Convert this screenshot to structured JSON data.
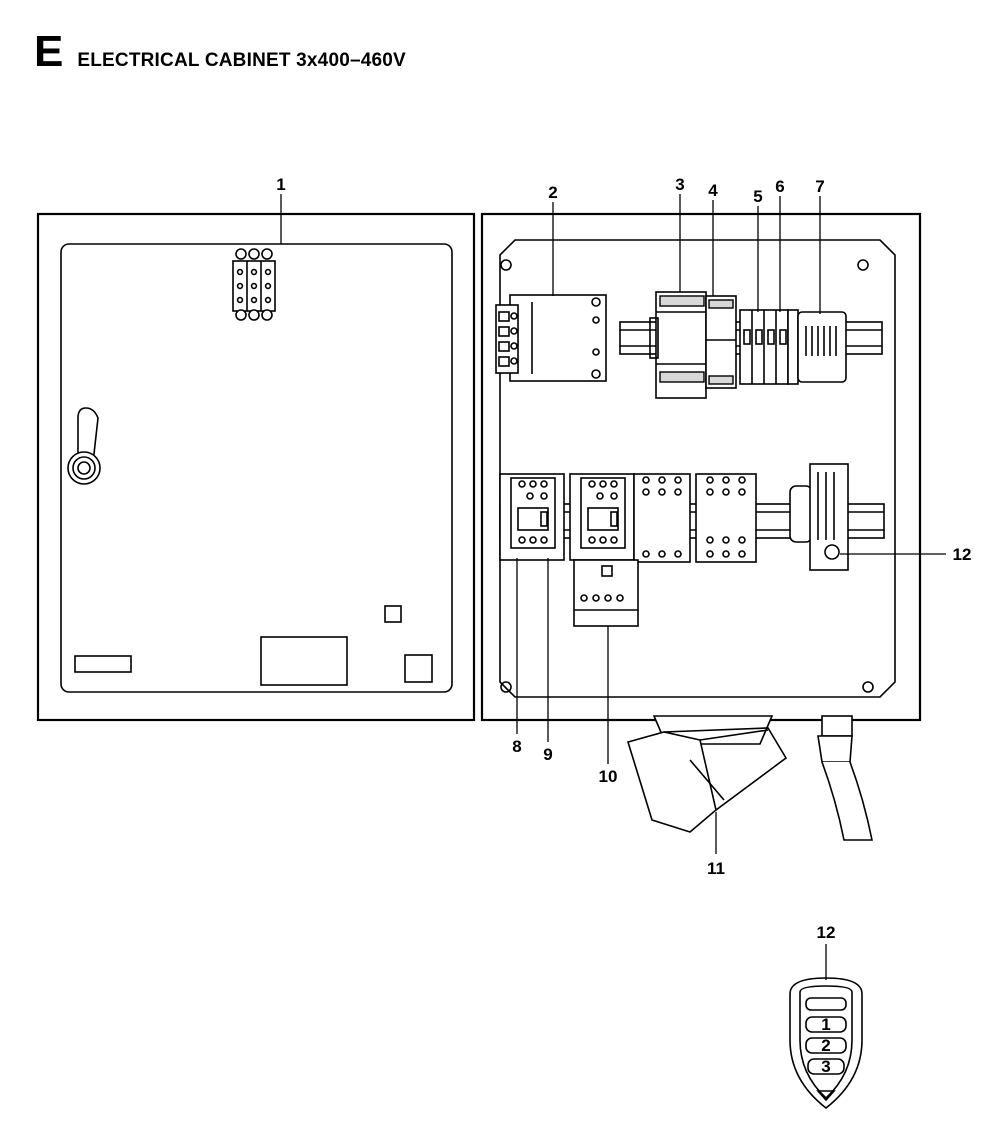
{
  "section": {
    "letter": "E",
    "title": "ELECTRICAL CABINET 3x400–460V"
  },
  "callouts": [
    "1",
    "2",
    "3",
    "4",
    "5",
    "6",
    "7",
    "8",
    "9",
    "10",
    "11",
    "12",
    "12"
  ],
  "pendant_buttons": [
    "1",
    "2",
    "3"
  ]
}
